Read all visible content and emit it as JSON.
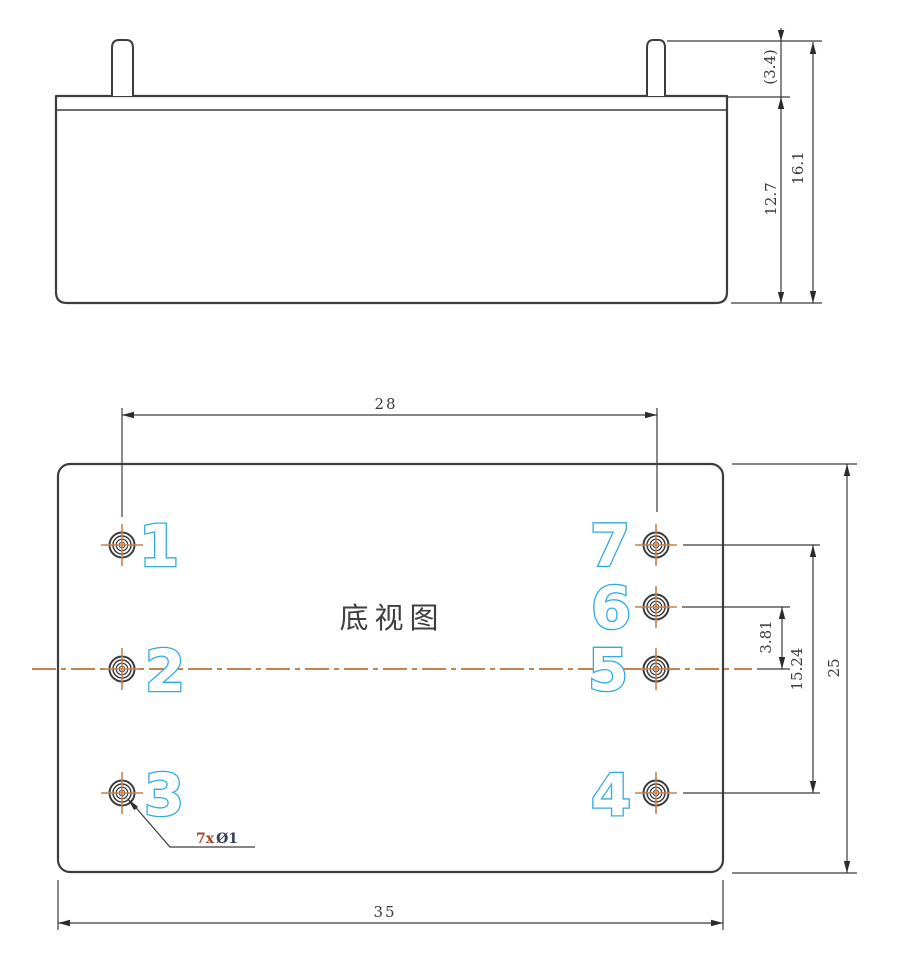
{
  "top_view": {
    "dim_pin_height": "(3.4)",
    "dim_body_height": "12.7",
    "dim_total_height": "16.1"
  },
  "bottom_view": {
    "title": "底视图",
    "pin_labels": [
      "1",
      "2",
      "3",
      "4",
      "5",
      "6",
      "7"
    ],
    "dim_pin_span_width": "28",
    "dim_body_width": "35",
    "dim_body_depth": "25",
    "dim_pin_span_depth": "15.24",
    "dim_pin_pitch": "3.81",
    "hole_note_count": "7x",
    "hole_note_diameter": "Ø1"
  },
  "colors": {
    "line": "#3d3d3d",
    "accent_cyan": "#2fabe1",
    "centerline_tan": "#c2834f",
    "note_red": "#9a4a2e"
  }
}
